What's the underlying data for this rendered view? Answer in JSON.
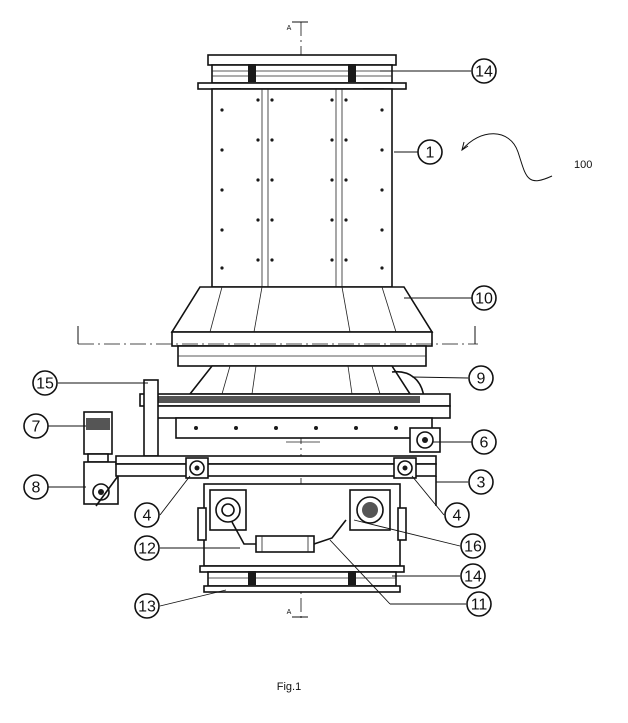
{
  "figure": {
    "caption": "Fig.1",
    "assembly_ref": "100",
    "section_mark": "A",
    "labels": [
      "14",
      "1",
      "10",
      "9",
      "15",
      "7",
      "6",
      "8",
      "3",
      "4",
      "4",
      "12",
      "16",
      "14",
      "13",
      "11"
    ]
  }
}
